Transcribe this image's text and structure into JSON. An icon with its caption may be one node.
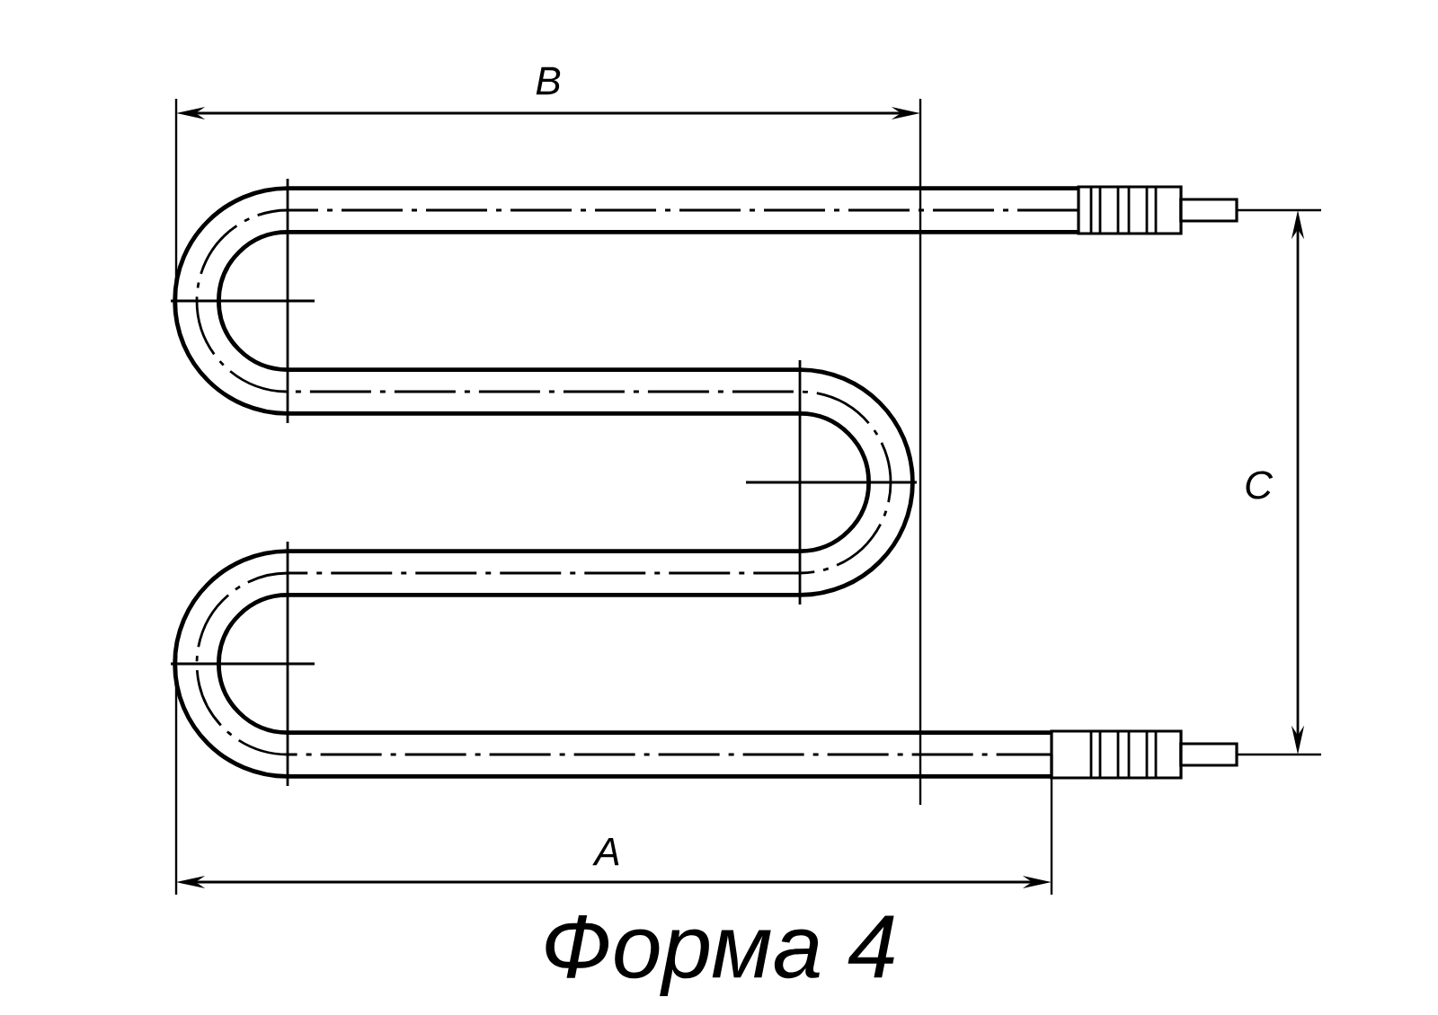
{
  "diagram": {
    "caption": "Форма 4",
    "labels": [
      "B",
      "C",
      "A"
    ]
  }
}
